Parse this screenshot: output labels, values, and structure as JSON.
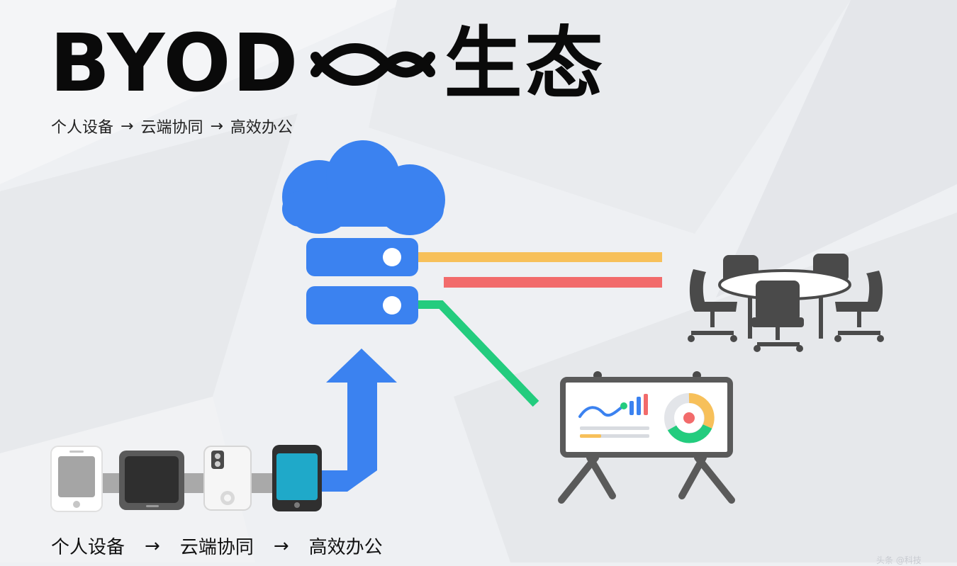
{
  "title": {
    "word": "BYOD",
    "eco": "生态"
  },
  "subtitle": {
    "steps": [
      "个人设备",
      "云端协同",
      "高效办公"
    ],
    "arrow": "→"
  },
  "footer": {
    "steps": [
      "个人设备",
      "云端协同",
      "高效办公"
    ],
    "arrow": "→"
  },
  "watermark": "头条 @科技",
  "colors": {
    "cloud_blue": "#3b82f0",
    "line_yellow": "#f7c05a",
    "line_red": "#f26b6b",
    "line_green": "#23cc7e",
    "gray_dark": "#4a4a4a",
    "gray_mid": "#9a9a9a"
  },
  "icons": {
    "cloud": "cloud-icon",
    "server": "server-icon",
    "upload_arrow": "up-arrow-icon",
    "meeting": "meeting-table-icon",
    "presentation": "presentation-board-icon",
    "devices": [
      "phone-icon",
      "tablet-icon",
      "wearable-icon",
      "smartphone-icon"
    ]
  }
}
